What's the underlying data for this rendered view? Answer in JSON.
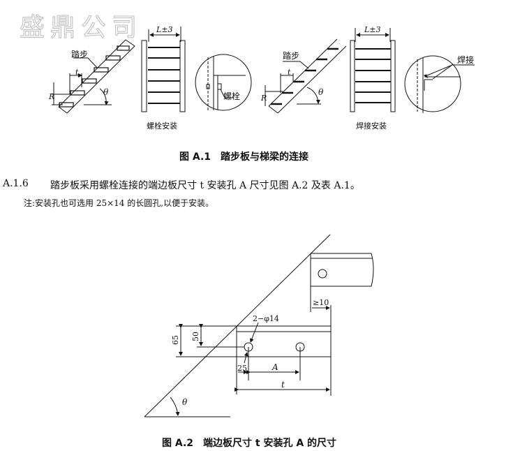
{
  "watermark": "盛鼎公司",
  "figure_a1": {
    "tread_label_left": "踏步",
    "tread_label_right": "踏步",
    "bolt_label": "螺栓",
    "weld_label": "焊接",
    "width_dim_left": "L±3",
    "width_dim_right": "L±3",
    "dim_t": "t",
    "dim_r": "R",
    "angle": "θ",
    "sub_left": "螺栓安装",
    "sub_right": "焊接安装",
    "caption": "图 A.1　踏步板与梯梁的连接"
  },
  "clause": {
    "number": "A.1.6",
    "text": "踏步板采用螺栓连接的端边板尺寸 t 安装孔 A 尺寸见图 A.2 及表 A.1。",
    "note": "注:安装孔也可选用 25×14 的长圆孔,以便于安装。"
  },
  "figure_a2": {
    "hole_label": "2−φ14",
    "gap": "≥10",
    "dim_65": "65",
    "dim_50": "50",
    "dim_25": "25",
    "dim_a": "A",
    "dim_t": "t",
    "angle": "θ",
    "caption": "图 A.2　端边板尺寸 t 安装孔 A 的尺寸"
  }
}
